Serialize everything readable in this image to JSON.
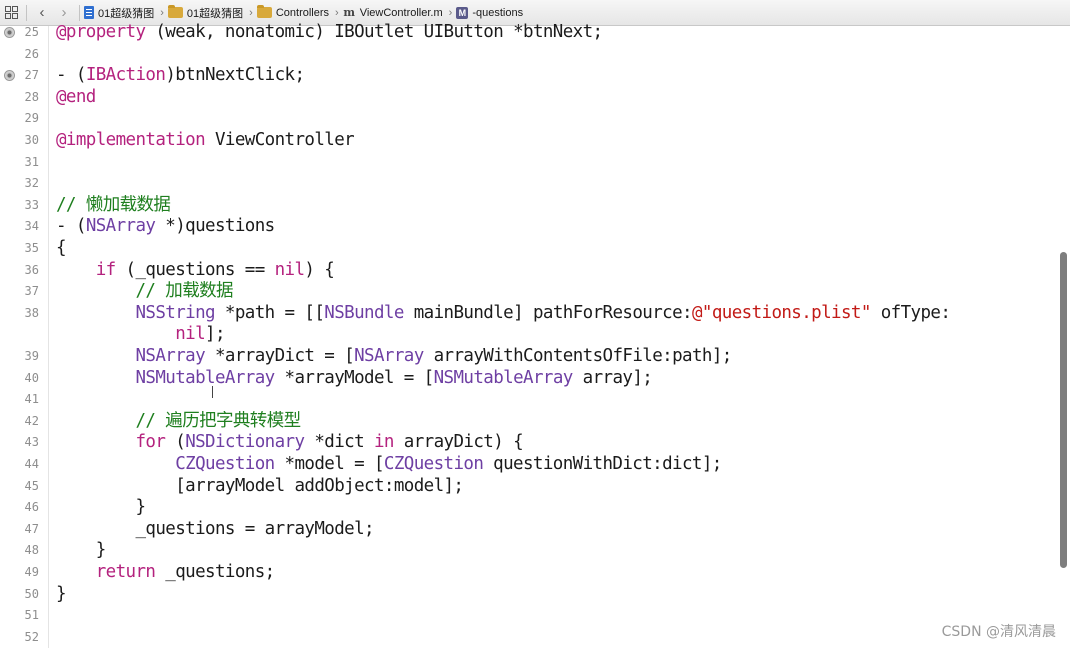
{
  "jumpbar": {
    "crumbs": [
      {
        "label": "01超级猜图",
        "icon": "project-icon"
      },
      {
        "label": "01超级猜图",
        "icon": "folder-icon"
      },
      {
        "label": "Controllers",
        "icon": "folder-icon"
      },
      {
        "label": "ViewController.m",
        "icon": "m-file-icon"
      },
      {
        "label": "-questions",
        "icon": "method-icon"
      }
    ]
  },
  "editor": {
    "lines": [
      {
        "num": "25",
        "breakpoint": true,
        "tokens": [
          [
            "kw",
            "@property"
          ],
          [
            "pl",
            " (weak, nonatomic) IBOutlet UIButton *btnNext;"
          ]
        ]
      },
      {
        "num": "26",
        "tokens": []
      },
      {
        "num": "27",
        "breakpoint": true,
        "tokens": [
          [
            "pl",
            "- ("
          ],
          [
            "kw",
            "IBAction"
          ],
          [
            "pl",
            ")btnNextClick;"
          ]
        ]
      },
      {
        "num": "28",
        "tokens": [
          [
            "kw",
            "@end"
          ]
        ]
      },
      {
        "num": "29",
        "tokens": []
      },
      {
        "num": "30",
        "tokens": [
          [
            "kw",
            "@implementation"
          ],
          [
            "pl",
            " ViewController"
          ]
        ]
      },
      {
        "num": "31",
        "tokens": []
      },
      {
        "num": "32",
        "tokens": []
      },
      {
        "num": "33",
        "tokens": [
          [
            "cm",
            "// 懒加载数据"
          ]
        ]
      },
      {
        "num": "34",
        "tokens": [
          [
            "pl",
            "- ("
          ],
          [
            "ty",
            "NSArray"
          ],
          [
            "pl",
            " *)questions"
          ]
        ]
      },
      {
        "num": "35",
        "tokens": [
          [
            "pl",
            "{"
          ]
        ]
      },
      {
        "num": "36",
        "tokens": [
          [
            "pl",
            "    "
          ],
          [
            "kw",
            "if"
          ],
          [
            "pl",
            " (_questions == "
          ],
          [
            "kw",
            "nil"
          ],
          [
            "pl",
            ") {"
          ]
        ]
      },
      {
        "num": "37",
        "tokens": [
          [
            "pl",
            "        "
          ],
          [
            "cm",
            "// 加载数据"
          ]
        ]
      },
      {
        "num": "38",
        "tokens": [
          [
            "pl",
            "        "
          ],
          [
            "ty",
            "NSString"
          ],
          [
            "pl",
            " *path = [["
          ],
          [
            "ty",
            "NSBundle"
          ],
          [
            "pl",
            " mainBundle] pathForResource:"
          ],
          [
            "st",
            "@\"questions.plist\""
          ],
          [
            "pl",
            " ofType:"
          ]
        ]
      },
      {
        "num": "",
        "tokens": [
          [
            "pl",
            "            "
          ],
          [
            "kw",
            "nil"
          ],
          [
            "pl",
            "];"
          ]
        ]
      },
      {
        "num": "39",
        "tokens": [
          [
            "pl",
            "        "
          ],
          [
            "ty",
            "NSArray"
          ],
          [
            "pl",
            " *arrayDict = ["
          ],
          [
            "ty",
            "NSArray"
          ],
          [
            "pl",
            " arrayWithContentsOfFile:path];"
          ]
        ]
      },
      {
        "num": "40",
        "tokens": [
          [
            "pl",
            "        "
          ],
          [
            "ty",
            "NSMutableArray"
          ],
          [
            "pl",
            " *arrayModel = ["
          ],
          [
            "ty",
            "NSMutableArray"
          ],
          [
            "pl",
            " array];"
          ]
        ]
      },
      {
        "num": "41",
        "tokens": []
      },
      {
        "num": "42",
        "tokens": [
          [
            "pl",
            "        "
          ],
          [
            "cm",
            "// 遍历把字典转模型"
          ]
        ]
      },
      {
        "num": "43",
        "tokens": [
          [
            "pl",
            "        "
          ],
          [
            "kw",
            "for"
          ],
          [
            "pl",
            " ("
          ],
          [
            "ty",
            "NSDictionary"
          ],
          [
            "pl",
            " *dict "
          ],
          [
            "kw",
            "in"
          ],
          [
            "pl",
            " arrayDict) {"
          ]
        ]
      },
      {
        "num": "44",
        "tokens": [
          [
            "pl",
            "            "
          ],
          [
            "ty",
            "CZQuestion"
          ],
          [
            "pl",
            " *model = ["
          ],
          [
            "ty",
            "CZQuestion"
          ],
          [
            "pl",
            " questionWithDict:dict];"
          ]
        ]
      },
      {
        "num": "45",
        "tokens": [
          [
            "pl",
            "            [arrayModel addObject:model];"
          ]
        ]
      },
      {
        "num": "46",
        "tokens": [
          [
            "pl",
            "        }"
          ]
        ]
      },
      {
        "num": "47",
        "tokens": [
          [
            "pl",
            "        _questions = arrayModel;"
          ]
        ]
      },
      {
        "num": "48",
        "tokens": [
          [
            "pl",
            "    }"
          ]
        ]
      },
      {
        "num": "49",
        "tokens": [
          [
            "pl",
            "    "
          ],
          [
            "kw",
            "return"
          ],
          [
            "pl",
            " _questions;"
          ]
        ]
      },
      {
        "num": "50",
        "tokens": [
          [
            "pl",
            "}"
          ]
        ]
      },
      {
        "num": "51",
        "tokens": []
      },
      {
        "num": "52",
        "tokens": []
      }
    ]
  },
  "watermark": "CSDN @清风清晨"
}
